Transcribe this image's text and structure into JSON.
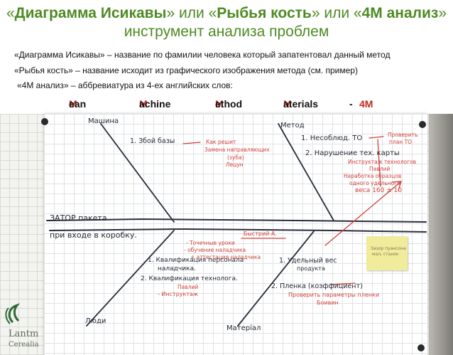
{
  "title": {
    "q_open_1": "«",
    "part1": "Диаграмма Исикавы",
    "q_close_1": "»",
    "or1": " или ",
    "q_open_2": "«",
    "part2": "Рыбья кость",
    "q_close_2": "»",
    "or2": " или ",
    "q_open_3": "«",
    "part3": "4М анализ",
    "q_close_3": "»",
    "tail": " инструмент анализа проблем"
  },
  "descriptions": [
    "«Диаграмма Исикавы» – название по фамилии человека который запатентовал данный метод",
    "«Рыбья кость» – название  исходит из графического изображения метода (см. пример)",
    "«4М анализ» – аббревиатура из 4-ех английских слов:"
  ],
  "four_m": {
    "w1_cap": "M",
    "w1_rest": "ean",
    "w2_cap": "M",
    "w2_rest": "achine",
    "w3_cap": "M",
    "w3_rest": "ethod",
    "w4_cap": "M",
    "w4_rest": "aterials",
    "dash": "-",
    "result": "4M"
  },
  "board": {
    "label_mashina": "Машина",
    "label_metod": "Метод",
    "label_lyudi": "Люди",
    "label_material": "Матерїал",
    "problem_line1": "ЗАТОР пакета",
    "problem_line2": "при входе в коробку.",
    "m1": "1. Збой базы",
    "m1_r1": "Как решит",
    "m1_r2": "Замена направляющих",
    "m1_r3": "(зуба)",
    "m1_r4": "Лецун",
    "t1": "1. Несоблюд. ТО",
    "t1_r1": "Проверить",
    "t1_r2": "план ТО",
    "t2": "2. Нарушение тех. карты",
    "t2_r1": "Инструктаж технологов",
    "t2_r2": "Павлий",
    "t2_r3": "Наработка образцов",
    "t2_r4": "одного удельного",
    "t2_r5": "веса  160 ± 10",
    "p1_r1": "- Точечные уроки",
    "p1_r2": "- обучение наладчика",
    "p1_r3": "+ аттестация наладчика",
    "bystry": "Быстрий А.",
    "p1": "1. Квалификация персонала",
    "p1b": "наладчика.",
    "p2": "2. Квалификация технолога.",
    "p2_r1": "Павлий",
    "p2_r2": "- Инструктаж",
    "mt1": "1. Удельный вес",
    "mt1b": "продукта",
    "mt2": "2. Пленка (коэффициент)",
    "mt2_r1": "Проверить параметры пленки",
    "mt2_r2": "Боивин",
    "sticky1": "Зазор пуансона",
    "sticky2": "мал, станок"
  },
  "logo": {
    "line1": "Lantm",
    "line2": "Cerealia"
  },
  "colors": {
    "title_green": "#4e8a23",
    "m_red": "#c0281d",
    "marker_red": "#d1403a",
    "marker_dark": "#262a36"
  }
}
